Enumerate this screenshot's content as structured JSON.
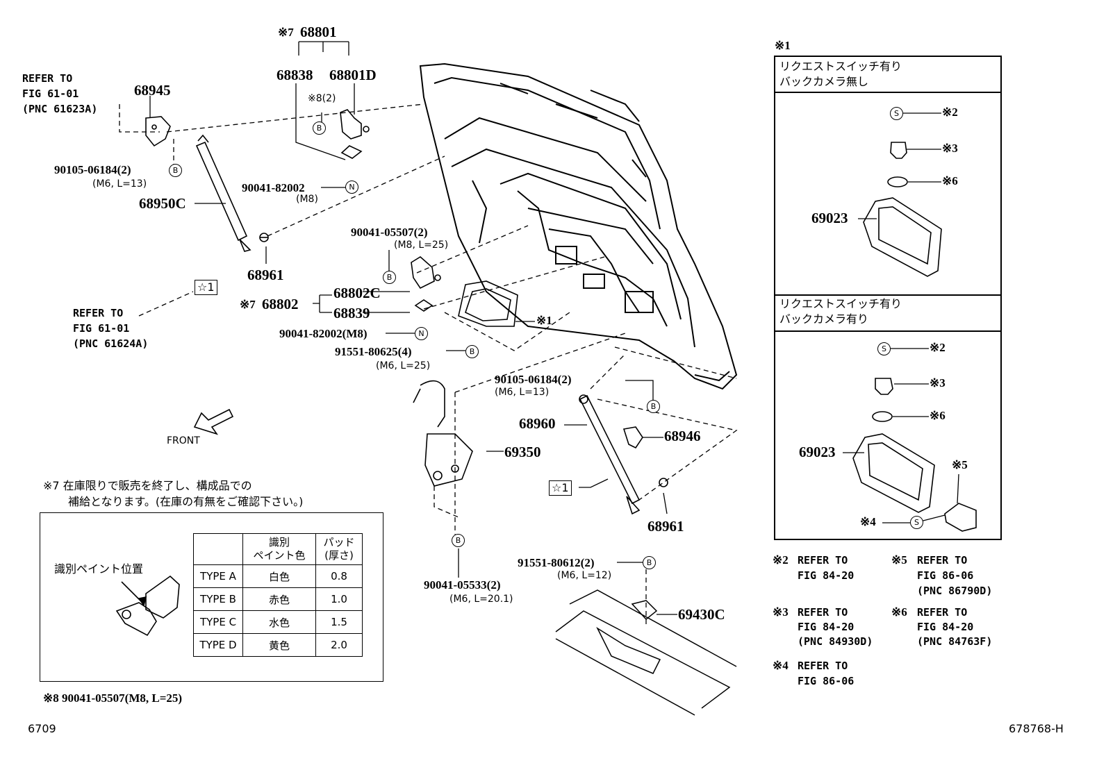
{
  "figure": {
    "page_number": "6709",
    "drawing_id": "678768-H",
    "front_label": "FRONT"
  },
  "top_assembly": {
    "label_prefix": "※7",
    "part": "68801",
    "sub_left": "68838",
    "sub_right": "68801D",
    "note8_symbol": "※8",
    "note8_qty": "(2)"
  },
  "parts": {
    "p68945": "68945",
    "p68950c": "68950C",
    "p68961a": "68961",
    "p68961b": "68961",
    "p68802c": "68802C",
    "p68839": "68839",
    "p68802": "68802",
    "p68802_prefix": "※7",
    "p69350": "69350",
    "p68960": "68960",
    "p68946": "68946",
    "p69430c": "69430C",
    "p69023a": "69023",
    "p69023b": "69023",
    "bolt1": "90105-06184(2)",
    "bolt1_spec": "(M6, L=13)",
    "nut1": "90041-82002",
    "nut1_spec": "(M8)",
    "bolt2": "90041-05507(2)",
    "bolt2_spec": "(M8, L=25)",
    "nut2": "90041-82002(M8)",
    "screw1": "91551-80625(4)",
    "screw1_spec": "(M6, L=25)",
    "bolt3": "90105-06184(2)",
    "bolt3_spec": "(M6, L=13)",
    "bolt4": "90041-05533(2)",
    "bolt4_spec": "(M6, L=20.1)",
    "screw2": "91551-80612(2)",
    "screw2_spec": "(M6, L=12)",
    "handle_ref": "※1"
  },
  "refs": {
    "ref1_line1": "REFER TO",
    "ref1_line2": "FIG 61-01",
    "ref1_line3": "(PNC 61623A)",
    "ref2_line1": "REFER TO",
    "ref2_line2": "FIG 61-01",
    "ref2_line3": "(PNC 61624A)",
    "star_label": "☆1",
    "star_label2": "☆1"
  },
  "symbols": {
    "b": "B",
    "n": "N",
    "s": "S"
  },
  "right_panel": {
    "title": "※1",
    "section1_line1": "リクエストスイッチ有り",
    "section1_line2": "バックカメラ無し",
    "section2_line1": "リクエストスイッチ有り",
    "section2_line2": "バックカメラ有り",
    "s1_n2": "※2",
    "s1_n3": "※3",
    "s1_n6": "※6",
    "s2_n2": "※2",
    "s2_n3": "※3",
    "s2_n6": "※6",
    "s2_n5": "※5",
    "s2_n4": "※4"
  },
  "footnotes": {
    "n2_mark": "※2",
    "n2_l1": "REFER TO",
    "n2_l2": "FIG 84-20",
    "n5_mark": "※5",
    "n5_l1": "REFER TO",
    "n5_l2": "FIG 86-06",
    "n5_l3": "(PNC 86790D)",
    "n3_mark": "※3",
    "n3_l1": "REFER TO",
    "n3_l2": "FIG 84-20",
    "n3_l3": "(PNC 84930D)",
    "n6_mark": "※6",
    "n6_l1": "REFER TO",
    "n6_l2": "FIG 84-20",
    "n6_l3": "(PNC 84763F)",
    "n4_mark": "※4",
    "n4_l1": "REFER TO",
    "n4_l2": "FIG 86-06"
  },
  "note7": {
    "line1": "※7 在庫限りで販売を終了し、構成品での",
    "line2": "補給となります。(在庫の有無をご確認下さい。)",
    "paint_location": "識別ペイント位置"
  },
  "paint_table": {
    "header_col2_l1": "識別",
    "header_col2_l2": "ペイント色",
    "header_col3_l1": "パッド",
    "header_col3_l2": "(厚さ)",
    "rows": [
      {
        "type": "TYPE A",
        "color": "白色",
        "thickness": "0.8"
      },
      {
        "type": "TYPE B",
        "color": "赤色",
        "thickness": "1.0"
      },
      {
        "type": "TYPE C",
        "color": "水色",
        "thickness": "1.5"
      },
      {
        "type": "TYPE D",
        "color": "黄色",
        "thickness": "2.0"
      }
    ]
  },
  "note8": {
    "text": "※8  90041-05507(M8, L=25)"
  }
}
